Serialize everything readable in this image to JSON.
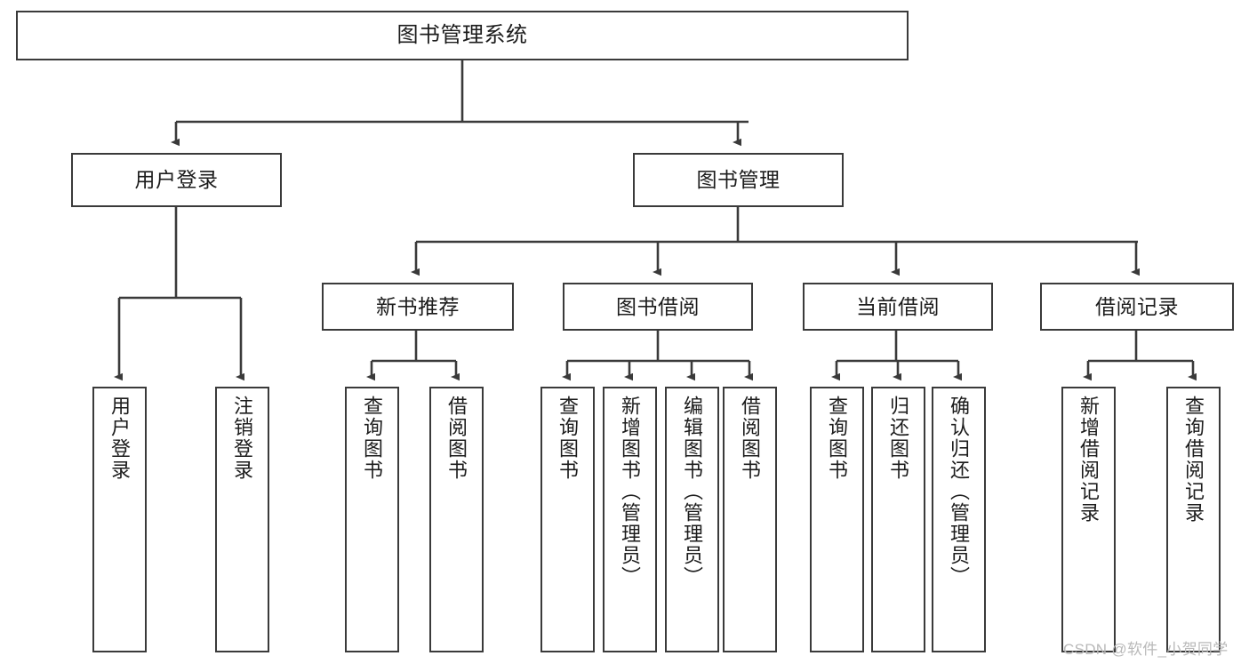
{
  "diagram": {
    "type": "tree-hierarchy",
    "title": "图书管理系统",
    "root": {
      "label": "图书管理系统"
    },
    "level2": [
      {
        "label": "用户登录"
      },
      {
        "label": "图书管理"
      }
    ],
    "level3": [
      {
        "label": "新书推荐"
      },
      {
        "label": "图书借阅"
      },
      {
        "label": "当前借阅"
      },
      {
        "label": "借阅记录"
      }
    ],
    "leaves": {
      "user_login": [
        {
          "label": "用户登录"
        },
        {
          "label": "注销登录"
        }
      ],
      "new_book": [
        {
          "label": "查询图书"
        },
        {
          "label": "借阅图书"
        }
      ],
      "book_borrow": [
        {
          "label": "查询图书"
        },
        {
          "label": "新增图书（管理员）"
        },
        {
          "label": "编辑图书（管理员）"
        },
        {
          "label": "借阅图书"
        }
      ],
      "current_borrow": [
        {
          "label": "查询图书"
        },
        {
          "label": "归还图书"
        },
        {
          "label": "确认归还（管理员）"
        }
      ],
      "borrow_record": [
        {
          "label": "新增借阅记录"
        },
        {
          "label": "查询借阅记录"
        }
      ]
    }
  },
  "watermark": {
    "text": "CSDN @软件_小贺同学"
  },
  "colors": {
    "background": "#ffffff",
    "node_border": "#3a3a3a",
    "node_fill": "#ffffff",
    "edge": "#3a3a3a",
    "text": "#1c1c1c",
    "watermark": "#b9b9b9"
  }
}
